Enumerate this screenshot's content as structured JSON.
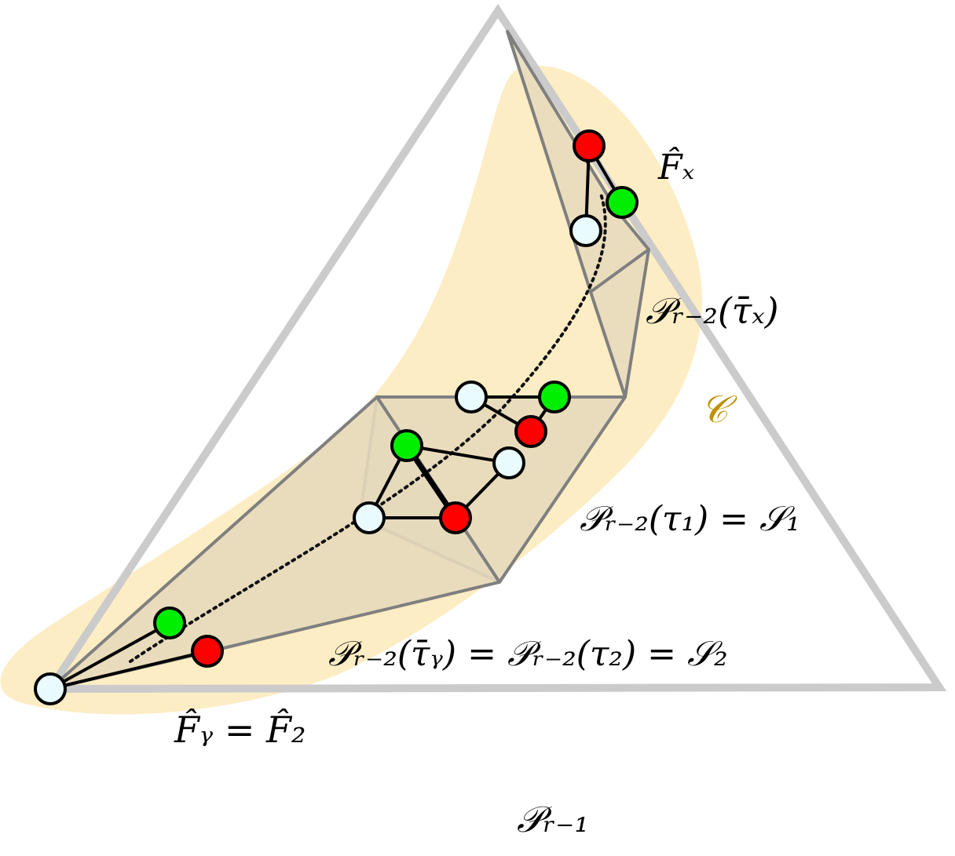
{
  "labels": {
    "f_x_hat": "F̂ₓ",
    "p_tau_x": "𝒫ᵣ₋₂(τ̄ₓ)",
    "cone": "𝒞",
    "p_tau1": "𝒫ᵣ₋₂(τ₁) = 𝒮₁",
    "p_tau_y": "𝒫ᵣ₋₂(τ̄ᵧ) = 𝒫ᵣ₋₂(τ₂) = 𝒮₂",
    "f_y_hat": "F̂ᵧ = F̂₂",
    "p_outer": "𝒫ᵣ₋₁"
  },
  "colors": {
    "outer_triangle": "#cccbcb",
    "cone_region": "#fdedc4",
    "polytope_fill": "#e6d9bd",
    "polytope_edge": "#7f7f7f",
    "node_red": "#ff0000",
    "node_green": "#00ee00",
    "node_white": "#eafbfd",
    "cone_label": "#c09000"
  }
}
